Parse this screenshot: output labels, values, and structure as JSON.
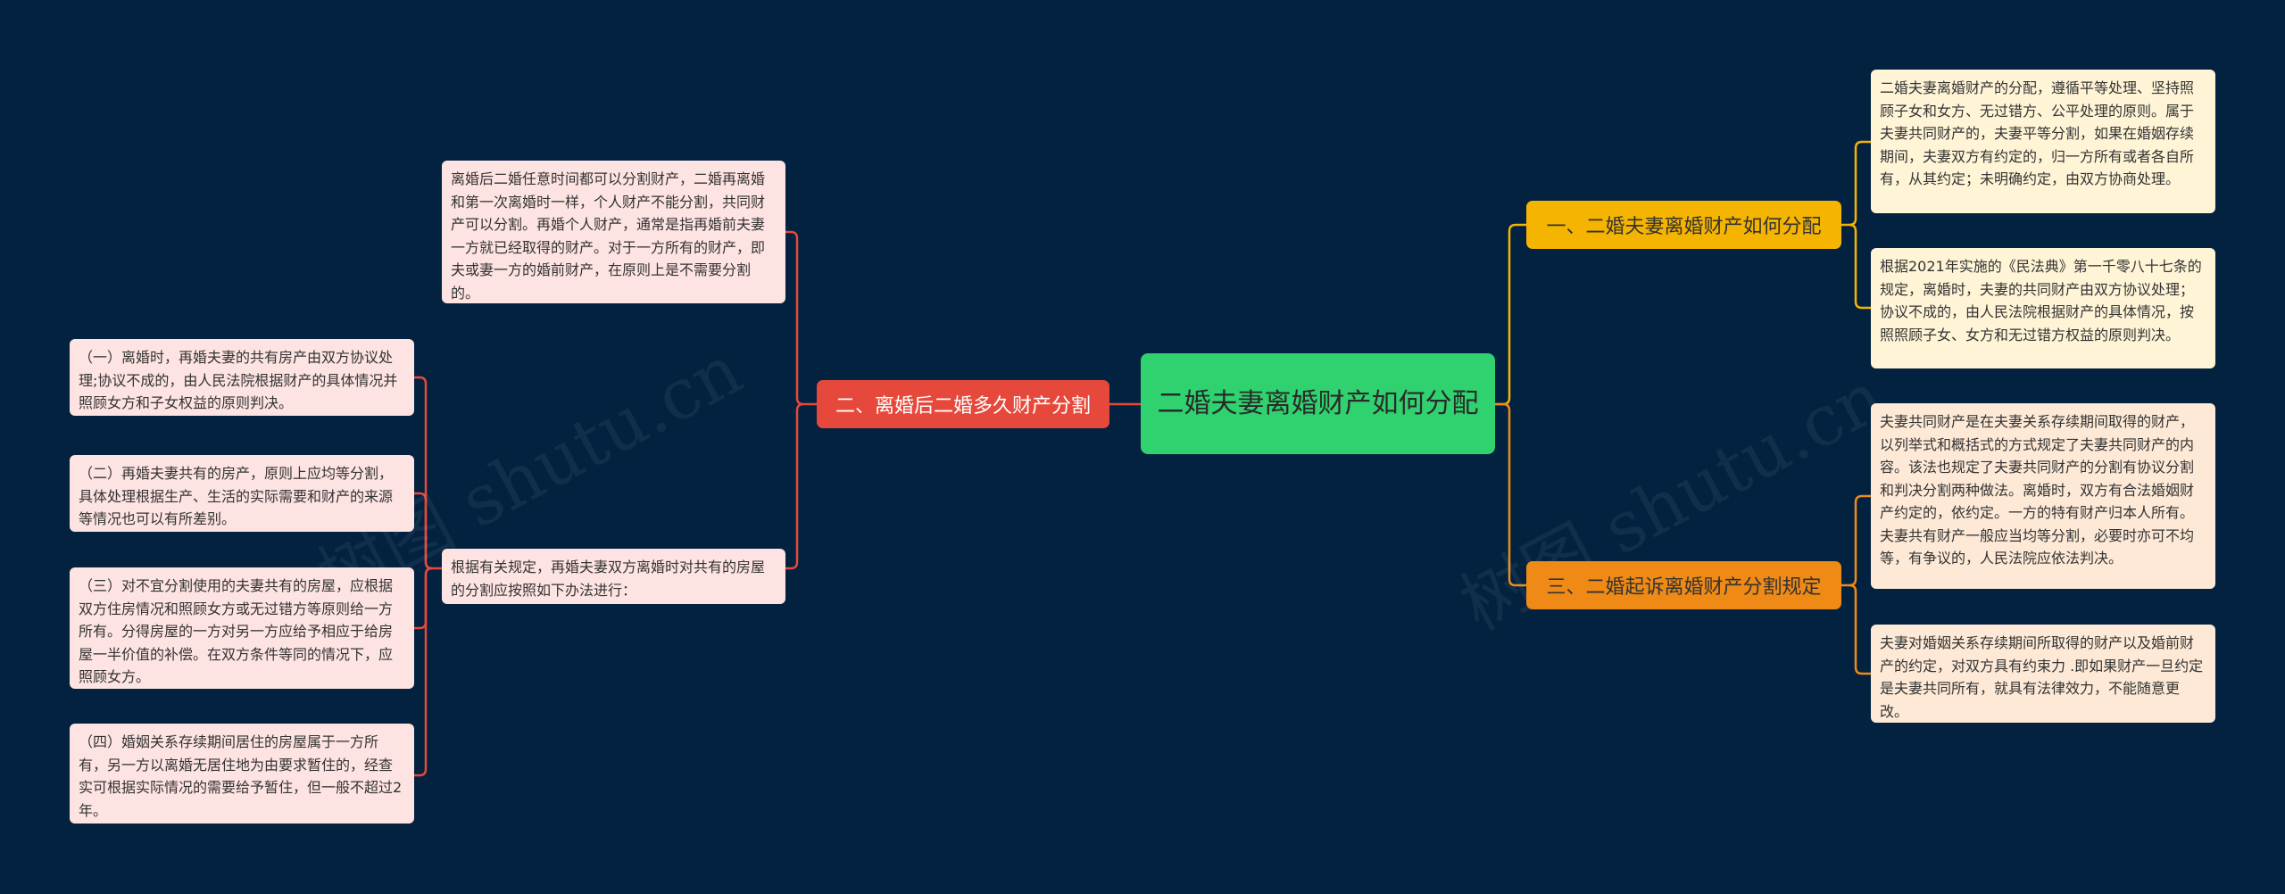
{
  "root": {
    "title": "二婚夫妻离婚财产如何分配"
  },
  "branches": {
    "left": {
      "label": "二、离婚后二婚多久财产分割"
    },
    "right1": {
      "label": "一、二婚夫妻离婚财产如何分配"
    },
    "right3": {
      "label": "三、二婚起诉离婚财产分割规定"
    }
  },
  "left_notes": {
    "top": "离婚后二婚任意时间都可以分割财产，二婚再离婚和第一次离婚时一样，个人财产不能分割，共同财产可以分割。再婚个人财产，通常是指再婚前夫妻一方就已经取得的财产。对于一方所有的财产，即夫或妻一方的婚前财产，在原则上是不需要分割的。",
    "bottom": "根据有关规定，再婚夫妻双方离婚时对共有的房屋的分割应按照如下办法进行："
  },
  "house_rules": [
    "（一）离婚时，再婚夫妻的共有房产由双方协议处理;协议不成的，由人民法院根据财产的具体情况并照顾女方和子女权益的原则判决。",
    "（二）再婚夫妻共有的房产，原则上应均等分割，具体处理根据生产、生活的实际需要和财产的来源等情况也可以有所差别。",
    "（三）对不宜分割使用的夫妻共有的房屋，应根据双方住房情况和照顾女方或无过错方等原则给一方所有。分得房屋的一方对另一方应给予相应于给房屋一半价值的补偿。在双方条件等同的情况下，应照顾女方。",
    "（四）婚姻关系存续期间居住的房屋属于一方所有，另一方以离婚无居住地为由要求暂住的，经查实可根据实际情况的需要给予暂住，但一般不超过2年。"
  ],
  "right1_notes": [
    "二婚夫妻离婚财产的分配，遵循平等处理、坚持照顾子女和女方、无过错方、公平处理的原则。属于夫妻共同财产的，夫妻平等分割，如果在婚姻存续期间，夫妻双方有约定的，归一方所有或者各自所有，从其约定；未明确约定，由双方协商处理。",
    "根据2021年实施的《民法典》第一千零八十七条的规定，离婚时，夫妻的共同财产由双方协议处理；协议不成的，由人民法院根据财产的具体情况，按照照顾子女、女方和无过错方权益的原则判决。"
  ],
  "right3_notes": [
    "夫妻共同财产是在夫妻关系存续期间取得的财产，以列举式和概括式的方式规定了夫妻共同财产的内容。该法也规定了夫妻共同财产的分割有协议分割和判决分割两种做法。离婚时，双方有合法婚姻财产约定的，依约定。一方的特有财产归本人所有。夫妻共有财产一般应当均等分割，必要时亦可不均等，有争议的，人民法院应依法判决。",
    "夫妻对婚姻关系存续期间所取得的财产以及婚前财产的约定，对双方具有约束力 .即如果财产一旦约定是夫妻共同所有，就具有法律效力，不能随意更改。"
  ],
  "watermarks": [
    "树图 shutu.cn",
    "树图 shutu.cn"
  ],
  "colors": {
    "background": "#022240",
    "root": "#2fd26e",
    "branch_left": "#e6493b",
    "branch_right1": "#f5b400",
    "branch_right3": "#ef8a16",
    "link_left": "#e6493b",
    "link_right1": "#f5b400",
    "link_right3": "#ef8a16"
  }
}
